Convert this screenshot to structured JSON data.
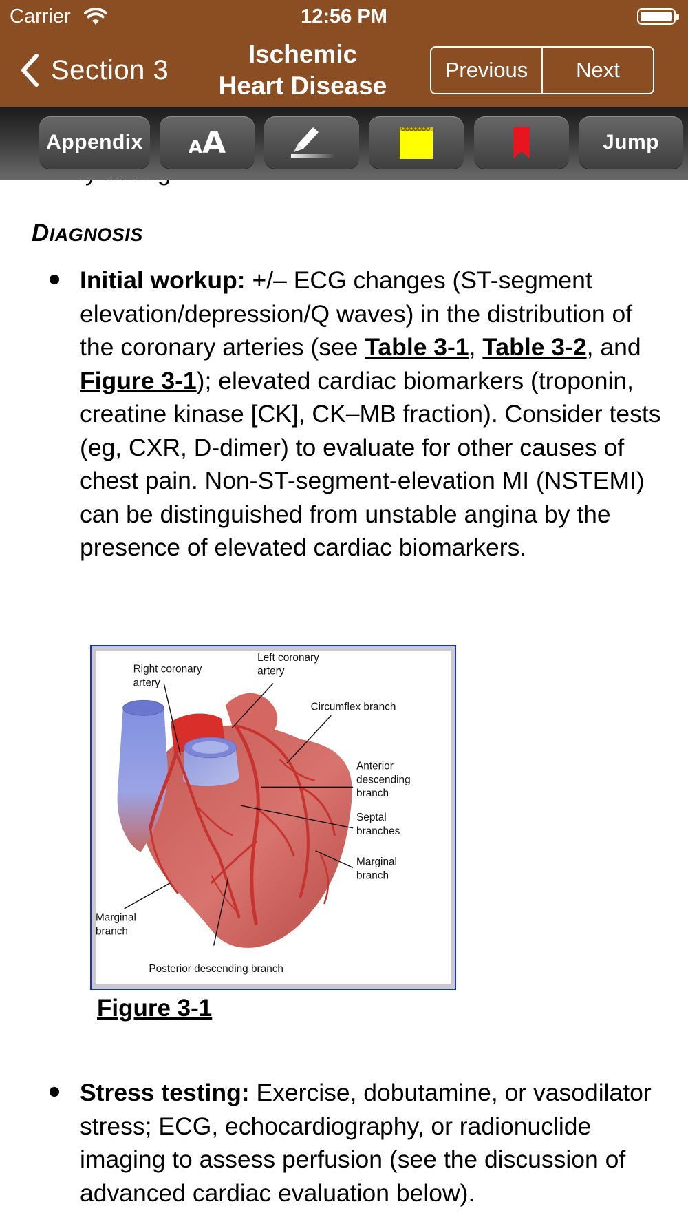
{
  "status_bar": {
    "carrier": "Carrier",
    "time": "12:56 PM"
  },
  "nav": {
    "back_label": "Section 3",
    "title_line1": "Ischemic",
    "title_line2": "Heart Disease",
    "previous": "Previous",
    "next": "Next"
  },
  "toolbar": {
    "appendix": "Appendix",
    "font_icon_small": "A",
    "font_icon_large": "A",
    "jump": "Jump",
    "icons": [
      "highlighter-icon",
      "note-icon",
      "bookmark-icon"
    ],
    "note_color": "#ffff00",
    "bookmark_color": "#e8141e"
  },
  "content": {
    "clipped_text": "ly ... ... g",
    "section_heading_cap": "D",
    "section_heading_rest": "IAGNOSIS",
    "bullet1": {
      "label": "Initial workup:",
      "text1": " +/– ECG changes (ST-segment elevation/depression/Q waves) in the distribution of the coronary arteries (see ",
      "link1": "Table 3-1",
      "sep1": ", ",
      "link2": "Table 3-2",
      "sep2": ", and ",
      "link3": "Figure 3-1",
      "text2": "); elevated cardiac biomarkers (troponin, creatine kinase [CK], CK–MB fraction). Consider tests (eg, CXR, D-dimer) to evaluate for other causes of chest pain. Non-ST-segment-elevation MI (NSTEMI) can be distinguished from unstable angina by the presence of elevated cardiac biomarkers."
    },
    "figure": {
      "caption": "Figure 3-1",
      "labels": {
        "right_coronary_1": "Right coronary",
        "right_coronary_2": "artery",
        "left_coronary_1": "Left coronary",
        "left_coronary_2": "artery",
        "circumflex": "Circumflex branch",
        "anterior_1": "Anterior",
        "anterior_2": "descending",
        "anterior_3": "branch",
        "septal_1": "Septal",
        "septal_2": "branches",
        "marginal_r_1": "Marginal",
        "marginal_r_2": "branch",
        "marginal_l_1": "Marginal",
        "marginal_l_2": "branch",
        "posterior": "Posterior descending branch"
      }
    },
    "bullet2": {
      "label": "Stress testing:",
      "text": " Exercise, dobutamine, or vasodilator stress; ECG, echocardiography, or radionuclide imaging to assess perfusion (see the discussion of advanced cardiac evaluation below)."
    }
  }
}
